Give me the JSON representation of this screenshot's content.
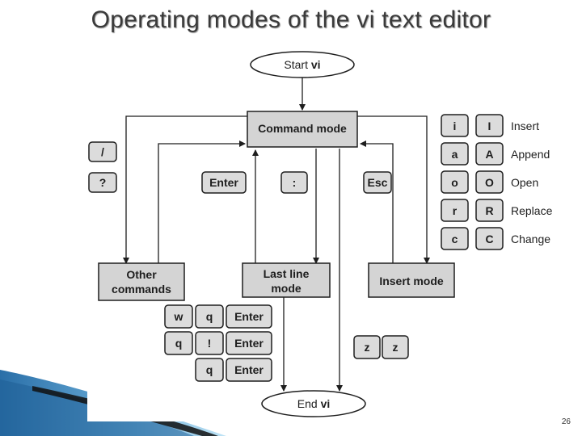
{
  "title": "Operating modes of the vi text editor",
  "slide_number": "26",
  "nodes": {
    "start": {
      "prefix": "Start ",
      "bold": "vi"
    },
    "end": {
      "prefix": "End ",
      "bold": "vi"
    },
    "command_mode": "Command mode",
    "other_commands": [
      "Other",
      "commands"
    ],
    "last_line_mode": [
      "Last line",
      "mode"
    ],
    "insert_mode": "Insert mode"
  },
  "keys": {
    "slash": "/",
    "question": "?",
    "enter_mid": "Enter",
    "colon": ":",
    "esc": "Esc",
    "insert_lower": [
      "i",
      "a",
      "o",
      "r",
      "c"
    ],
    "insert_upper": [
      "I",
      "A",
      "O",
      "R",
      "C"
    ],
    "insert_labels": [
      "Insert",
      "Append",
      "Open",
      "Replace",
      "Change"
    ],
    "wq": [
      "w",
      "q",
      "Enter"
    ],
    "q_bang": [
      "q",
      "!",
      "Enter"
    ],
    "q_only": [
      "q",
      "Enter"
    ],
    "zz": [
      "z",
      "z"
    ]
  },
  "colors": {
    "node_fill": "#d4d4d4",
    "key_fill": "#dcdcdc",
    "stroke": "#1e1e1e",
    "title": "#3a3a3a"
  }
}
